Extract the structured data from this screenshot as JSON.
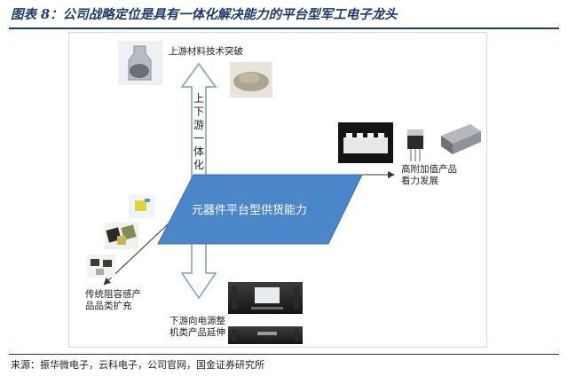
{
  "figure": {
    "title": "图表 8：公司战略定位是具有一体化解决能力的平台型军工电子龙头",
    "source": "来源：振华微电子，云科电子，公司官网，国金证券研究所"
  },
  "diagram": {
    "center_label": "元器件平台型供货能力",
    "vertical_axis_label": "上下游一体化",
    "nodes": {
      "upstream_materials": "上游材料技术突破",
      "high_value_products": "高附加值产品\n看力发展",
      "passive_components": "传统阻容感产\n品品类扩充",
      "downstream_power": "下游向电源整\n机类产品延伸"
    }
  },
  "colors": {
    "parallelogram": "#4a86c8",
    "arrow_fill": "#ffffff",
    "arrow_stroke": "#7a9cc4",
    "title": "#1f3a6e"
  }
}
